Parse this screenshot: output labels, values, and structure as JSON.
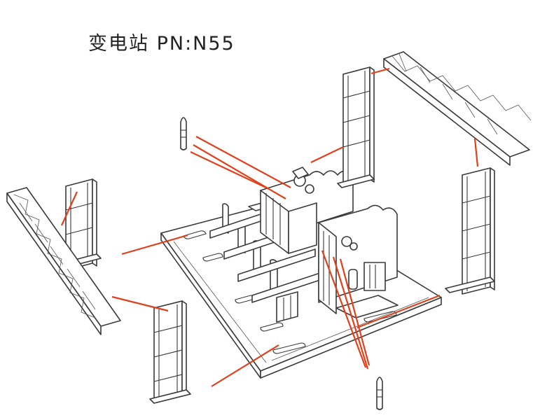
{
  "title": {
    "label": "变电站",
    "part_number": "PN:N55"
  },
  "colors": {
    "leader_line": "#e0401c",
    "outline": "#3a3a3a",
    "background": "#ffffff"
  },
  "parts": [
    "base-plate",
    "substation-equipment-assembly",
    "tower-frame",
    "truss-beam",
    "insulator-spike"
  ]
}
